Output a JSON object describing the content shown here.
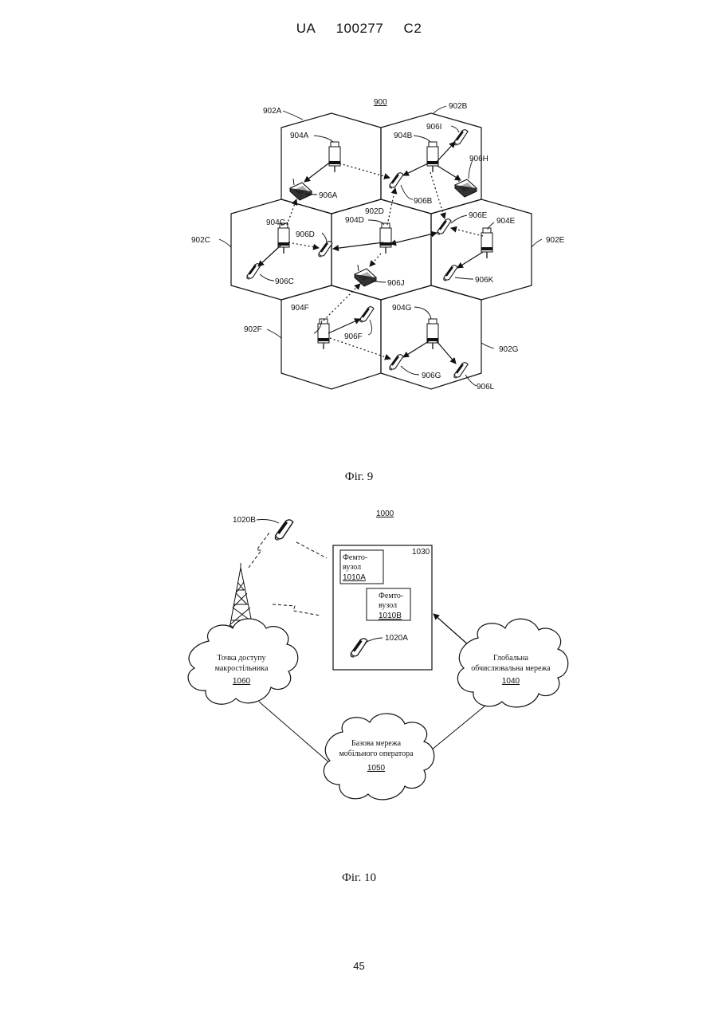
{
  "header": {
    "country": "UA",
    "number": "100277",
    "kind": "C2"
  },
  "fig9": {
    "ref": "900",
    "caption": "Фіг. 9",
    "cells": [
      "902A",
      "902B",
      "902C",
      "902D",
      "902E",
      "902F",
      "902G"
    ],
    "base_stations": [
      "904A",
      "904B",
      "904C",
      "904D",
      "904E",
      "904F",
      "904G"
    ],
    "terminals": [
      "906A",
      "906B",
      "906C",
      "906D",
      "906E",
      "906F",
      "906G",
      "906H",
      "906I",
      "906J",
      "906K",
      "906L"
    ]
  },
  "fig10": {
    "ref": "1000",
    "caption": "Фіг. 10",
    "building_ref": "1030",
    "femto_a": {
      "line1": "Фемто-",
      "line2": "вузол",
      "ref": "1010A"
    },
    "femto_b": {
      "line1": "Фемто-",
      "line2": "вузол",
      "ref": "1010B"
    },
    "ue_a": "1020A",
    "ue_b": "1020B",
    "macro": {
      "line1": "Точка доступу",
      "line2": "макростільника",
      "ref": "1060"
    },
    "wan": {
      "line1": "Глобальна",
      "line2": "обчислювальна мережа",
      "ref": "1040"
    },
    "core": {
      "line1": "Базова мережа",
      "line2": "мобільного оператора",
      "ref": "1050"
    }
  },
  "page_number": "45"
}
